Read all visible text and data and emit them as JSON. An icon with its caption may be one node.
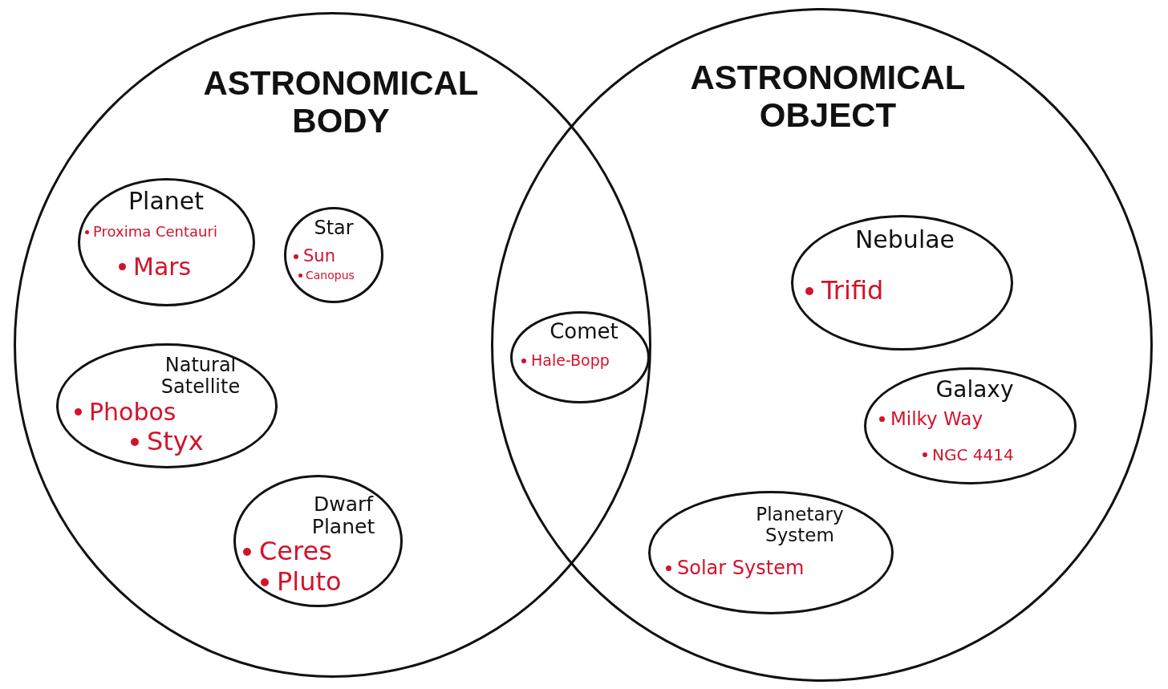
{
  "diagram": {
    "nodes": [
      {
        "text": [
          "ASTRONOMICAL BODY"
        ]
      },
      {
        "text": [
          "ASTRONOMICAL OBJECT"
        ]
      },
      {
        "text": [
          "Planet",
          "Proxima Centauri",
          "Mars"
        ],
        "in": 0
      },
      {
        "text": [
          "Star",
          "Sun",
          "Canopus"
        ],
        "in": 0
      },
      {
        "text": [
          "Natural Satellite",
          "Phobos",
          "Styx"
        ],
        "in": 0
      },
      {
        "text": [
          "Dwarf Planet",
          "Ceres",
          "Pluto"
        ],
        "in": 0
      },
      {
        "text": [
          "Comet",
          "Hale-Bopp"
        ]
      },
      {
        "text": [
          "Nebulae",
          "Trifid"
        ],
        "in": 1
      },
      {
        "text": [
          "Galaxy",
          "Milky Way",
          "NGC 4414"
        ],
        "in": 1
      },
      {
        "text": [
          "Planetary System",
          "Solar System"
        ],
        "in": 1
      }
    ]
  }
}
